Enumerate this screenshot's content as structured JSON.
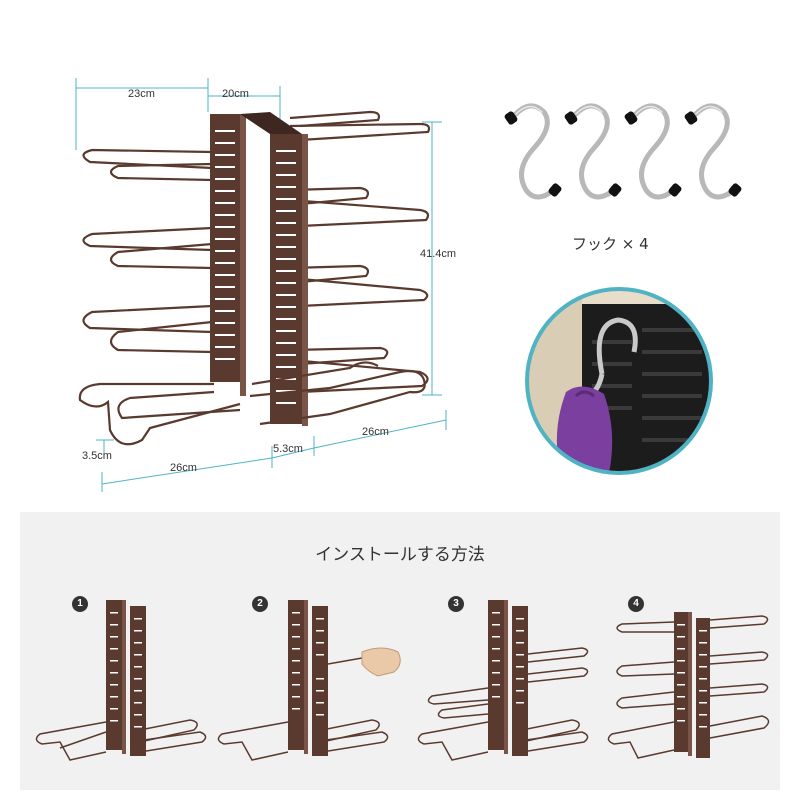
{
  "dimensions": {
    "top_left_width": "23cm",
    "top_center_width": "20cm",
    "height": "41.4cm",
    "foot_height": "3.5cm",
    "bottom_left_depth": "26cm",
    "bottom_center_width": "5.3cm",
    "bottom_right_depth": "26cm"
  },
  "hooks": {
    "label": "フック × 4"
  },
  "install": {
    "title": "インストールする方法",
    "steps": [
      "1",
      "2",
      "3",
      "4"
    ]
  },
  "colors": {
    "accent": "#4fb3c4",
    "rack": "#5a3a2e",
    "panel_bg": "#f1f1f1"
  }
}
